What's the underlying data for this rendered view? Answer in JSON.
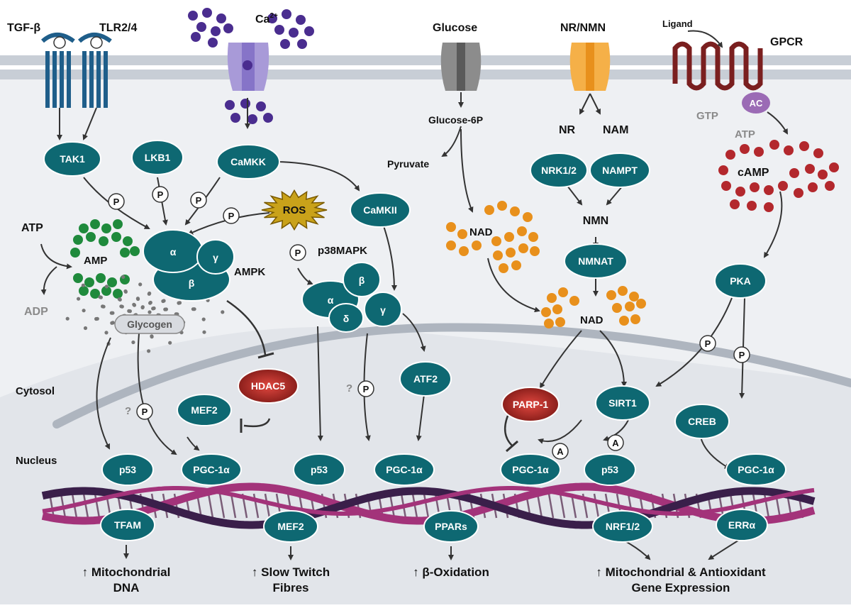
{
  "membrane_labels": {
    "tgfb": "TGF-β",
    "tlr": "TLR2/4",
    "ca": "Ca",
    "ca_sup": "2+",
    "glucose": "Glucose",
    "nrnmn": "NR/NMN",
    "ligand": "Ligand",
    "gpcr": "GPCR"
  },
  "labels": {
    "glucose6p": "Glucose-6P",
    "pyruvate": "Pyruvate",
    "nr": "NR",
    "nam": "NAM",
    "nmn": "NMN",
    "gtp": "GTP",
    "atp_right": "ATP",
    "camp": "cAMP",
    "atp_left": "ATP",
    "amp": "AMP",
    "adp": "ADP",
    "glycogen": "Glycogen",
    "ampk": "AMPK",
    "p38": "p38MAPK",
    "nad1": "NAD",
    "nad2": "NAD",
    "ros": "ROS",
    "cytosol": "Cytosol",
    "nucleus": "Nucleus",
    "ac": "AC",
    "p": "P",
    "a": "A",
    "q": "?",
    "alpha": "α",
    "beta": "β",
    "gamma": "γ",
    "delta": "δ"
  },
  "nodes": {
    "tak1": "TAK1",
    "lkb1": "LKB1",
    "camkk": "CaMKK",
    "camkii": "CaMKII",
    "nrk": "NRK1/2",
    "nampt": "NAMPT",
    "nmnat": "NMNAT",
    "pka": "PKA",
    "hdac5": "HDAC5",
    "mef2_cyto": "MEF2",
    "atf2": "ATF2",
    "parp1": "PARP-1",
    "sirt1": "SIRT1",
    "creb": "CREB",
    "p53_1": "p53",
    "pgc_1": "PGC-1α",
    "p53_2": "p53",
    "pgc_2": "PGC-1α",
    "pgc_3": "PGC-1α",
    "p53_3": "p53",
    "pgc_4": "PGC-1α",
    "tfam": "TFAM",
    "mef2_dna": "MEF2",
    "ppars": "PPARs",
    "nrf": "NRF1/2",
    "erra": "ERRα"
  },
  "outcomes": {
    "o1_l1": "↑ Mitochondrial",
    "o1_l2": "DNA",
    "o2_l1": "↑ Slow Twitch",
    "o2_l2": "Fibres",
    "o3_l1": "↑ β-Oxidation",
    "o4_l1": "↑ Mitochondrial & Antioxidant",
    "o4_l2": "Gene Expression"
  },
  "colors": {
    "teal": "#0e6872",
    "red": "#c0302e",
    "amp_green": "#1f8a3c",
    "calcium_purple": "#4a2d8f",
    "nad_orange": "#e8901c",
    "camp_red": "#b3282d",
    "dna_magenta": "#a3337a",
    "dna_dark": "#3a1f4a",
    "membrane": "#c8ced6"
  }
}
